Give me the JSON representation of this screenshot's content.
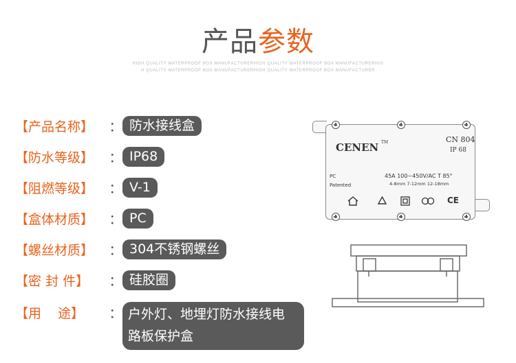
{
  "header": {
    "title_part1": "产品",
    "title_part2": "参数",
    "subtitle_line1": "HIGH QUALITY WATERPROOF BOX MANUFACTURERHIGH QUALITY WATERPROOF BOX MANUFACTURERHIG",
    "subtitle_line2": "H QUALITY WATERPROOF BOX MANUFACTURERHIGH QUALITY WATERPROOF BOX MANUFACTURER"
  },
  "params": [
    {
      "label": "【产品名称】",
      "value": "防水接线盒"
    },
    {
      "label": "【防水等级】",
      "value": "IP68"
    },
    {
      "label": "【阻燃等级】",
      "value": "V-1"
    },
    {
      "label": "【盒体材质】",
      "value": "PC"
    },
    {
      "label": "【螺丝材质】",
      "value": "304不锈钢螺丝"
    },
    {
      "label": "【密 封 件】",
      "value": "硅胶圈"
    },
    {
      "label": "【用    途】",
      "value": "户外灯、地埋灯防水接线电路板保护盒"
    }
  ],
  "colon": "：",
  "box_label": {
    "brand": "CENEN",
    "tm": "TM",
    "model": "CN 804",
    "ip": "IP 68",
    "material": "PC",
    "patented": "Patented",
    "rating": "45A 100~450V/AC   T 85°",
    "sizes": "4-8mm  7-12mm  12-18mm",
    "ce": "CE"
  }
}
